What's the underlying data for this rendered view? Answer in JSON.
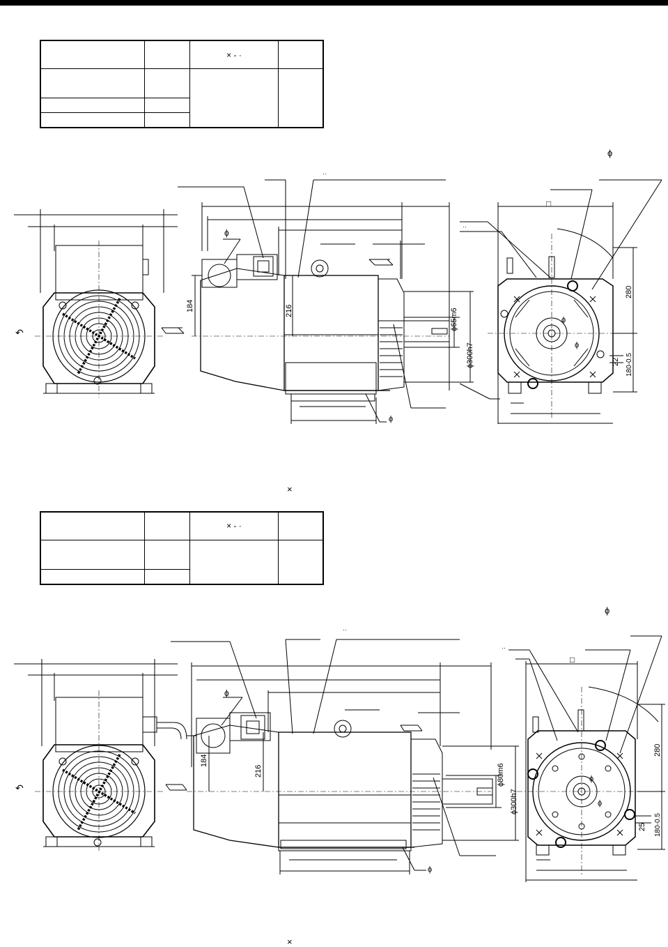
{
  "symbols": {
    "times": "×",
    "dash": "-",
    "dot": "·",
    "phi": "ϕ",
    "square": "□",
    "quote": "··",
    "rotate": "↶"
  },
  "drawing1": {
    "dims": {
      "d184": "184",
      "d216": "216",
      "shaft": "ϕ65m6",
      "spigot": "ϕ300h7",
      "d280": "280",
      "d22": "22",
      "d180": "180-0.5"
    }
  },
  "drawing2": {
    "dims": {
      "d184": "184",
      "d216": "216",
      "shaft": "ϕ80m6",
      "spigot": "ϕ300h7",
      "d280": "280",
      "d25": "25",
      "d180": "180-0.5"
    }
  }
}
